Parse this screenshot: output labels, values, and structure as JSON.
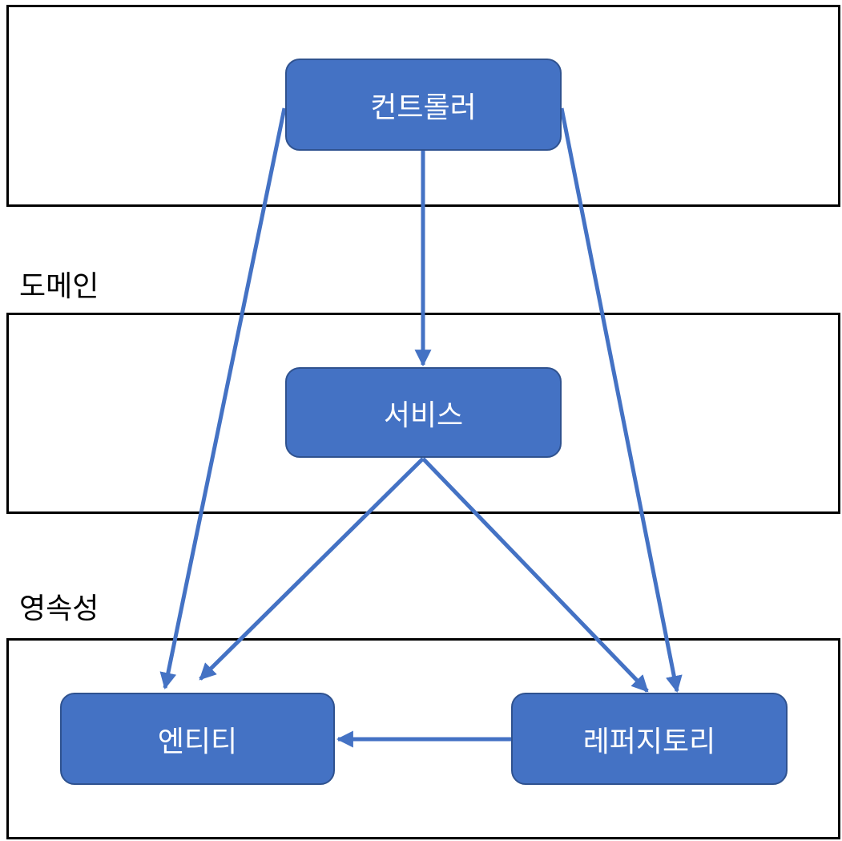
{
  "layers": {
    "domain_label": "도메인",
    "persistence_label": "영속성"
  },
  "nodes": {
    "controller": "컨트롤러",
    "service": "서비스",
    "entity": "엔티티",
    "repository": "레퍼지토리"
  },
  "edges": [
    {
      "from": "controller",
      "to": "service"
    },
    {
      "from": "controller",
      "to": "entity"
    },
    {
      "from": "controller",
      "to": "repository"
    },
    {
      "from": "service",
      "to": "entity"
    },
    {
      "from": "service",
      "to": "repository"
    },
    {
      "from": "repository",
      "to": "entity"
    }
  ],
  "colors": {
    "node_fill": "#4472c4",
    "node_border": "#2f528f",
    "arrow": "#4472c4",
    "layer_border": "#000000"
  }
}
